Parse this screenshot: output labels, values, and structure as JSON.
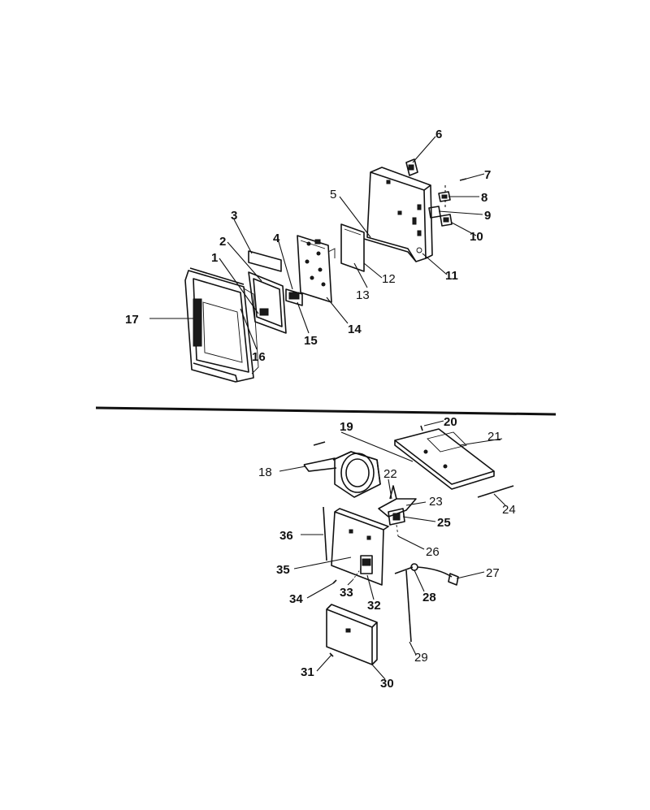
{
  "labels": {
    "l1": "1",
    "l2": "2",
    "l3": "3",
    "l4": "4",
    "l5": "5",
    "l6": "6",
    "l7": "7",
    "l8": "8",
    "l9": "9",
    "l10": "10",
    "l11": "11",
    "l12": "12",
    "l13": "13",
    "l14": "14",
    "l15": "15",
    "l16": "16",
    "l17": "17",
    "l18": "18",
    "l19": "19",
    "l20": "20",
    "l21": "21",
    "l22": "22",
    "l23": "23",
    "l24": "24",
    "l25": "25",
    "l26": "26",
    "l27": "27",
    "l28": "28",
    "l29": "29",
    "l30": "30",
    "l31": "31",
    "l32": "32",
    "l33": "33",
    "l34": "34",
    "l35": "35",
    "l36": "36"
  }
}
